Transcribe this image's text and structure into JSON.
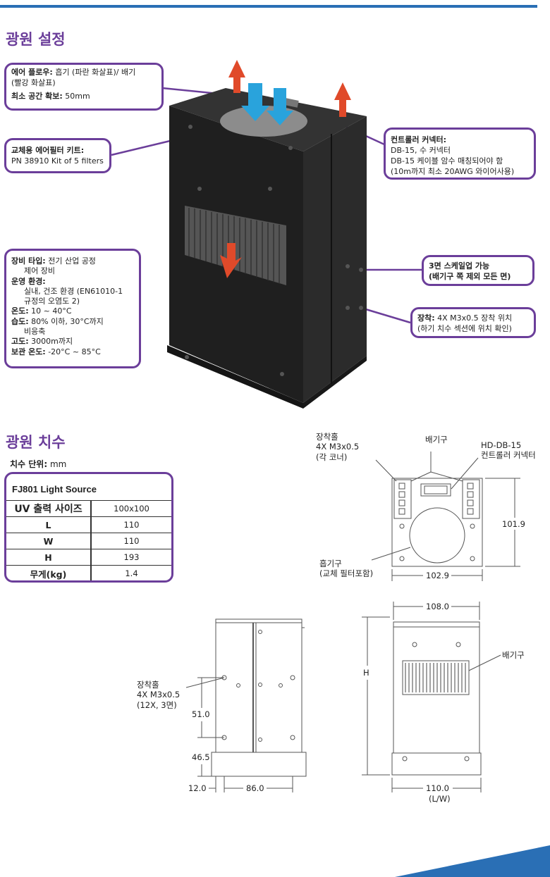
{
  "sections": {
    "setup_title": "광원 설정",
    "dimensions_title": "광원 치수"
  },
  "callouts": {
    "airflow": {
      "label1": "에어 플로우:",
      "text1": " 흡기 (파란 화살표)/ 배기",
      "text1b": "(빨강 화살표)",
      "label2": "최소 공간 확보:",
      "text2": " 50mm"
    },
    "filter": {
      "label": "교체용 에어필터 키트:",
      "text": "PN 38910 Kit of 5 filters"
    },
    "controller": {
      "label": "컨트롤러 커넥터:",
      "line1": "DB-15, 수 커넥터",
      "line2": "DB-15 케이블 암수 매칭되어야 함",
      "line3": "(10m까지 최소 20AWG 와이어사용)"
    },
    "equipment": {
      "type_label": "장비 타입:",
      "type_text": " 전기 산업 공정",
      "type_text2": "제어 장비",
      "env_label": "운영 환경:",
      "env_text1": "실내, 건조 환경 (EN61010-1",
      "env_text2": "규정의 오염도 2)",
      "temp_label": "온도:",
      "temp_text": " 10 ~ 40°C",
      "humid_label": "습도:",
      "humid_text": " 80% 이하, 30°C까지",
      "humid_text2": "비응축",
      "alt_label": "고도:",
      "alt_text": " 3000m까지",
      "storage_label": "보관 온도:",
      "storage_text": " -20°C ~ 85°C"
    },
    "scaleup": {
      "line1": "3면 스케일업 가능",
      "line2": "(배기구 쪽 제외 모든 면)"
    },
    "mount": {
      "label": "장착:",
      "text1": " 4X M3x0.5 장착 위치",
      "text2": "(하기 치수 섹션에 위치 확인)"
    }
  },
  "units": {
    "label": "치수 단위:",
    "value": " mm"
  },
  "spec": {
    "title": "FJ801 Light Source",
    "rows": [
      {
        "label": "UV 출력 사이즈",
        "value": "100x100"
      },
      {
        "label": "L",
        "value": "110"
      },
      {
        "label": "W",
        "value": "110"
      },
      {
        "label": "H",
        "value": "193"
      },
      {
        "label": "무게(kg)",
        "value": "1.4"
      }
    ]
  },
  "top_view": {
    "mount_hole_1": "장착홀",
    "mount_hole_2": "4X M3x0.5",
    "mount_hole_3": "(각 코너)",
    "exhaust": "배기구",
    "connector_1": "HD-DB-15",
    "connector_2": "컨트롤러 커넥터",
    "height_dim": "101.9",
    "intake_1": "흡기구",
    "intake_2": "(교체 필터포함)",
    "width_dim": "102.9"
  },
  "side_view": {
    "mount_1": "장착홀",
    "mount_2": "4X M3x0.5",
    "mount_3": "(12X, 3면)",
    "dim_51": "51.0",
    "dim_46": "46.5",
    "dim_12": "12.0",
    "dim_86": "86.0"
  },
  "front_view": {
    "top_dim": "108.0",
    "exhaust": "배기구",
    "height": "H",
    "bottom_dim": "110.0",
    "bottom_sub": "(L/W)"
  },
  "colors": {
    "accent_purple": "#6b3e9a",
    "top_bar_blue": "#2a6fb5",
    "intake_arrow": "#29a3dc",
    "exhaust_arrow": "#e04a2a"
  }
}
